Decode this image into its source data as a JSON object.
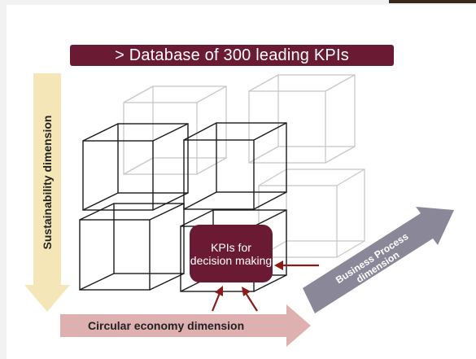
{
  "title": "> Database of 300 leading KPIs",
  "axes": {
    "vertical": "Sustainability  dimension",
    "horizontal": "Circular economy dimension",
    "diagonal": [
      "Business Process",
      "dimension"
    ]
  },
  "highlight_box": "KPIs for decision making",
  "colors": {
    "accent": "#6b1a34",
    "vertical_arrow": "#f5e6b8",
    "horizontal_arrow": "#deb0b0",
    "diagonal_arrow": "#8a8898",
    "cube_dark": "#1a1a1a",
    "cube_light": "#c8c8c8",
    "pointer_arrow": "#8b1a1a"
  }
}
